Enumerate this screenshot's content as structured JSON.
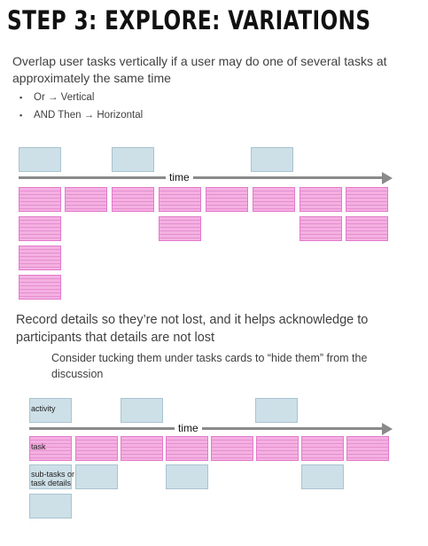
{
  "slide": {
    "title": "STEP 3: EXPLORE: VARIATIONS",
    "intro": "Overlap user tasks vertically if a user may do one of several tasks at approximately the same time",
    "bullets": [
      "Or → Vertical",
      "AND Then → Horizontal"
    ],
    "para2": "Record details so they’re not lost, and it helps acknowledge to participants that details are not lost",
    "sub2": "Consider tucking them under tasks cards to “hide them” from the discussion"
  },
  "diagram1": {
    "time_label": "time"
  },
  "diagram2": {
    "time_label": "time",
    "activity_label": "activity",
    "task_label": "task",
    "subtask_label": "sub-tasks or task details"
  },
  "colors": {
    "pink_card": "#f5b0e2",
    "blue_card": "#cde0e8",
    "arrow": "#8a8a8a"
  }
}
